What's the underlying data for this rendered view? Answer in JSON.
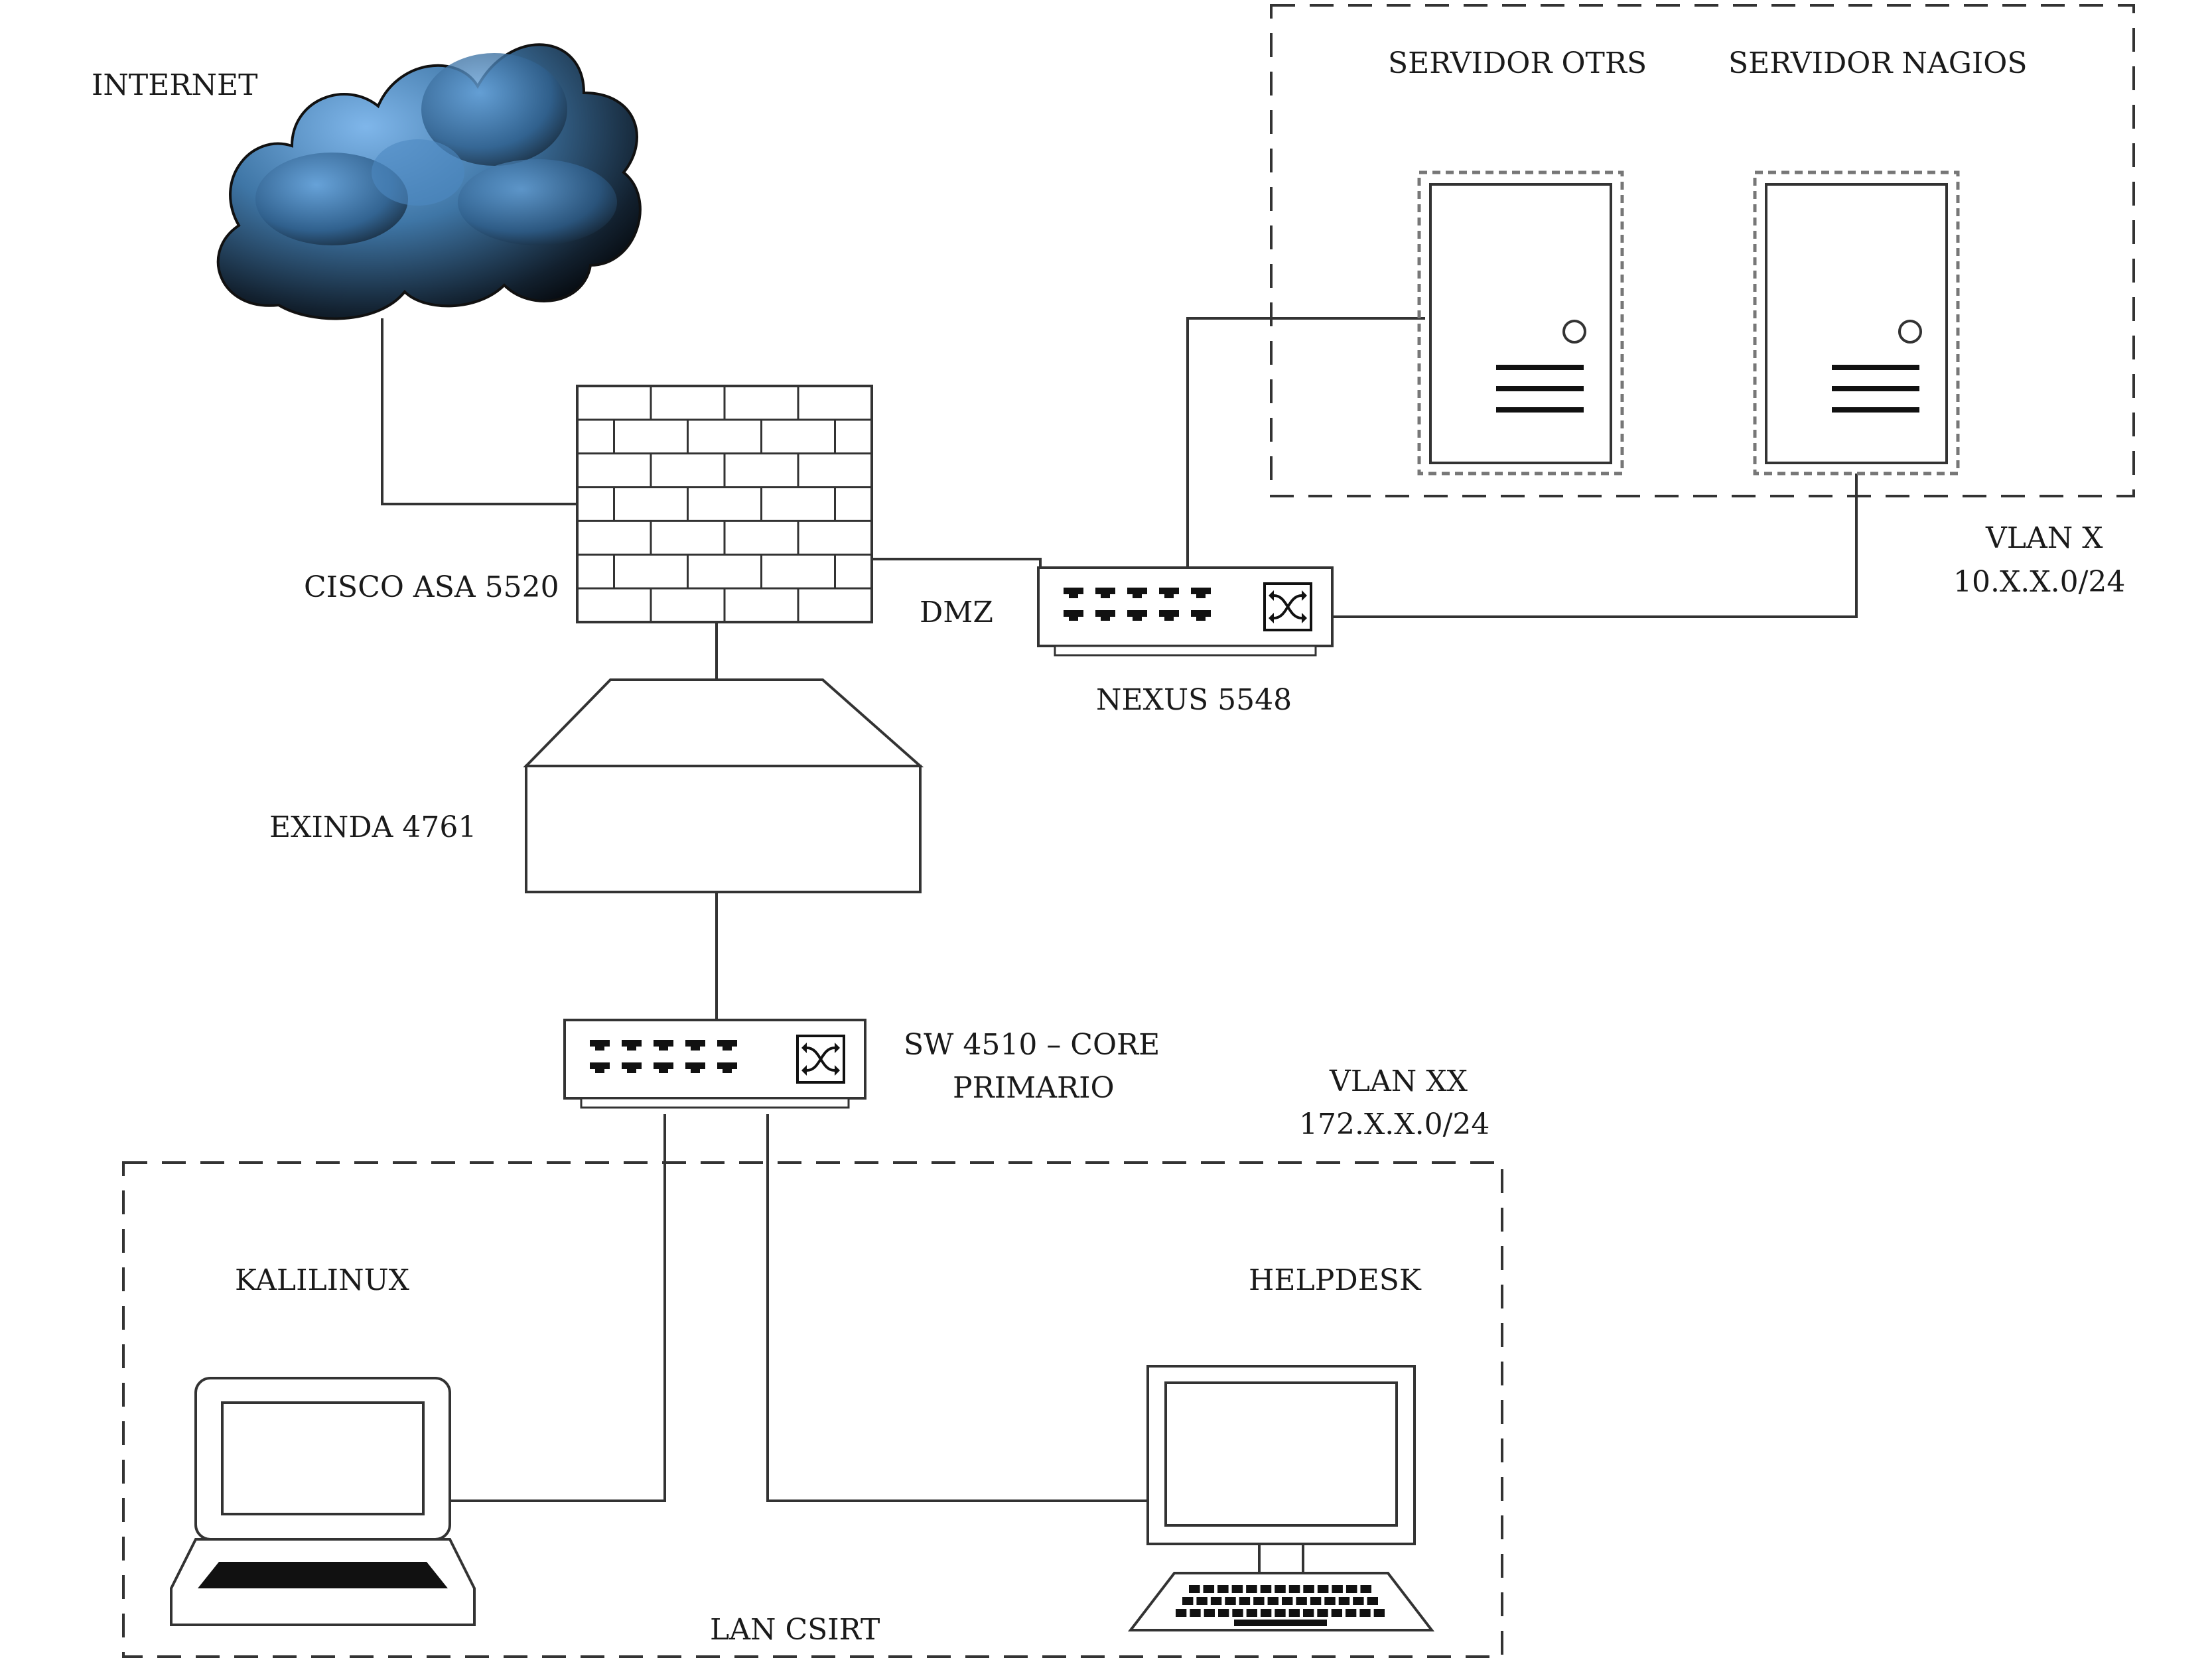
{
  "labels": {
    "internet": "INTERNET",
    "firewall": "CISCO ASA 5520",
    "dmz": "DMZ",
    "nexus": "NEXUS 5548",
    "exinda": "EXINDA 4761",
    "core_line1": "SW 4510 – CORE",
    "core_line2": "PRIMARIO",
    "otrs": "SERVIDOR OTRS",
    "nagios": "SERVIDOR NAGIOS",
    "vlan_x_name": "VLAN X",
    "vlan_x_net": "10.X.X.0/24",
    "vlan_xx_name": "VLAN XX",
    "vlan_xx_net": "172.X.X.0/24",
    "kali": "KALILINUX",
    "helpdesk": "HELPDESK",
    "lan": "LAN CSIRT"
  },
  "icons": {
    "cloud": "cloud-icon",
    "firewall": "firewall-icon",
    "switch": "switch-icon",
    "shaper": "traffic-shaper-icon",
    "server": "server-icon",
    "laptop": "laptop-icon",
    "desktop": "desktop-computer-icon"
  },
  "colors": {
    "cloud_light": "#5b9bd5",
    "cloud_dark": "#0d1620",
    "line": "#333333"
  }
}
